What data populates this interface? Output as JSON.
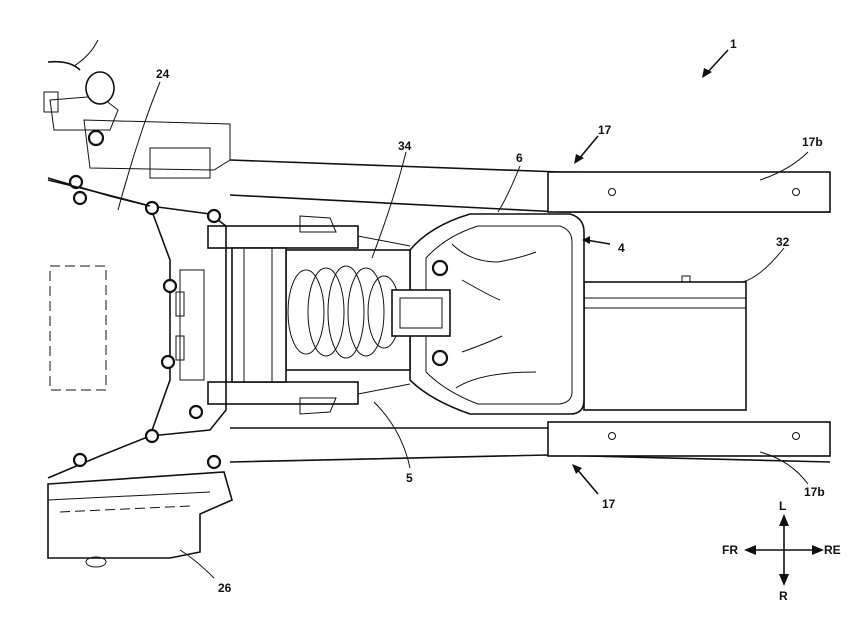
{
  "labels": {
    "n1": "1",
    "n24": "24",
    "n17_top": "17",
    "n17b_top": "17b",
    "n34": "34",
    "n6": "6",
    "n4": "4",
    "n32": "32",
    "n5": "5",
    "n17_bottom": "17",
    "n17b_bottom": "17b",
    "n26": "26"
  },
  "compass": {
    "left": "L",
    "right": "R",
    "front": "FR",
    "rear": "RE"
  }
}
